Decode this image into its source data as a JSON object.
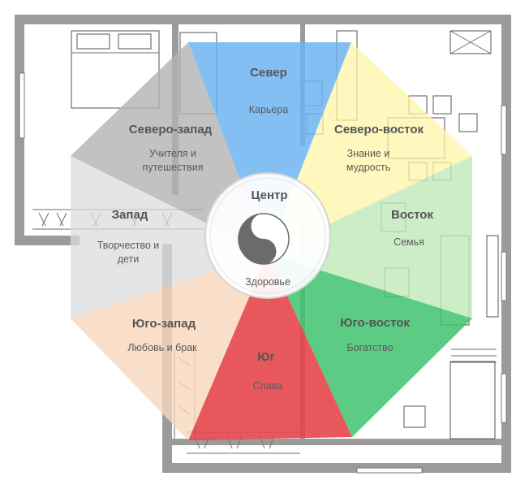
{
  "diagram": {
    "center": {
      "title": "Центр",
      "subtitle": "Здоровье"
    },
    "sectors": [
      {
        "id": "north",
        "title": "Север",
        "subtitle": "Карьера",
        "color": "#6fb4f2"
      },
      {
        "id": "northeast",
        "title": "Северо-восток",
        "subtitle_line1": "Знание и",
        "subtitle_line2": "мудрость",
        "color": "#fdf6a8"
      },
      {
        "id": "east",
        "title": "Восток",
        "subtitle": "Семья",
        "color": "#bfe8b8"
      },
      {
        "id": "southeast",
        "title": "Юго-восток",
        "subtitle": "Богатство",
        "color": "#3fc26f"
      },
      {
        "id": "south",
        "title": "Юг",
        "subtitle": "Слава",
        "color": "#e6454a"
      },
      {
        "id": "southwest",
        "title": "Юго-запад",
        "subtitle": "Любовь и брак",
        "color": "#f7d7bb"
      },
      {
        "id": "west",
        "title": "Запад",
        "subtitle_line1": "Творчество и",
        "subtitle_line2": "дети",
        "color": "#dcdcdc"
      },
      {
        "id": "northwest",
        "title": "Северо-запад",
        "subtitle_line1": "Учителя и",
        "subtitle_line2": "путешествия",
        "color": "#b3b3b3"
      }
    ]
  }
}
